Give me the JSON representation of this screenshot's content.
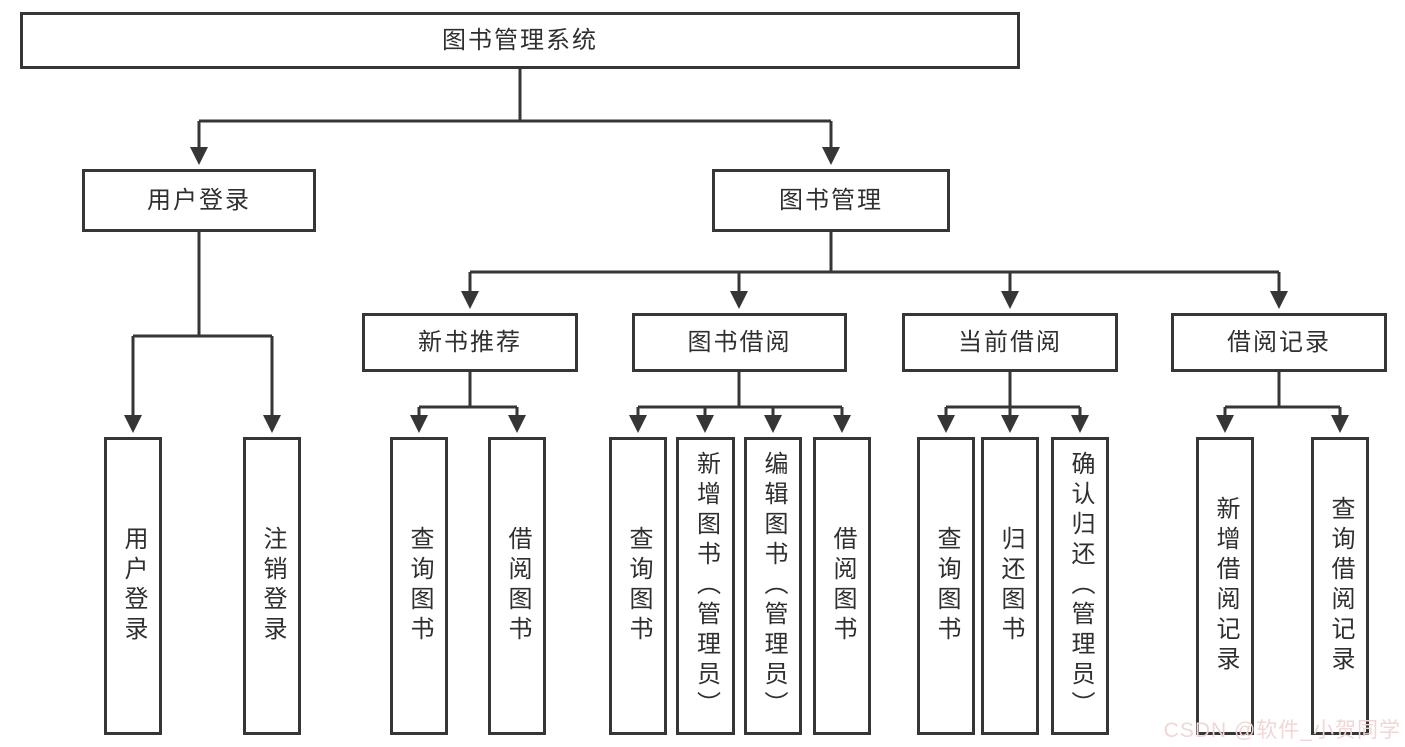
{
  "title": "图书管理系统",
  "tree": {
    "label": "图书管理系统",
    "children": [
      {
        "label": "用户登录",
        "children": [
          {
            "label": "用户登录"
          },
          {
            "label": "注销登录"
          }
        ]
      },
      {
        "label": "图书管理",
        "children": [
          {
            "label": "新书推荐",
            "children": [
              {
                "label": "查询图书"
              },
              {
                "label": "借阅图书"
              }
            ]
          },
          {
            "label": "图书借阅",
            "children": [
              {
                "label": "查询图书"
              },
              {
                "label": "新增图书（管理员）"
              },
              {
                "label": "编辑图书（管理员）"
              },
              {
                "label": "借阅图书"
              }
            ]
          },
          {
            "label": "当前借阅",
            "children": [
              {
                "label": "查询图书"
              },
              {
                "label": "归还图书"
              },
              {
                "label": "确认归还（管理员）"
              }
            ]
          },
          {
            "label": "借阅记录",
            "children": [
              {
                "label": "新增借阅记录"
              },
              {
                "label": "查询借阅记录"
              }
            ]
          }
        ]
      }
    ]
  },
  "watermark": {
    "text": "CSDN @软件_小贺同学"
  },
  "colors": {
    "line": "#363636",
    "text": "#2f2f2f",
    "background": "#ffffff",
    "watermark": "#f0d6d4"
  }
}
